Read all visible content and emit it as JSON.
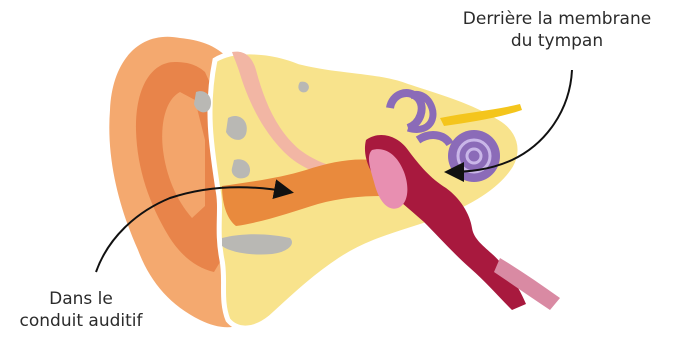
{
  "callouts": {
    "behind_eardrum": {
      "line1": "Derrière la membrane",
      "line2": "du tympan"
    },
    "ear_canal": {
      "line1": "Dans le",
      "line2": "conduit auditif"
    }
  },
  "colors": {
    "outer_ear_light": "#f4a96f",
    "outer_ear_dark": "#e8844a",
    "canal": "#e98a3d",
    "bone": "#f8e38c",
    "bone_outline": "#ffffff",
    "cartilage_gray": "#b9b8b4",
    "skin_pink": "#f2b6a4",
    "eardrum_pink": "#e88fb1",
    "middle_ear_red": "#a8193e",
    "cochlea_purple": "#8b6bb8",
    "cochlea_highlight": "#c9b6e8",
    "nerve_yellow": "#f4c51c",
    "tube_pink": "#d98aa3",
    "arrow": "#111111"
  },
  "icons": [
    "ear-anatomy-illustration",
    "arrow-to-ear-canal",
    "arrow-behind-eardrum"
  ]
}
